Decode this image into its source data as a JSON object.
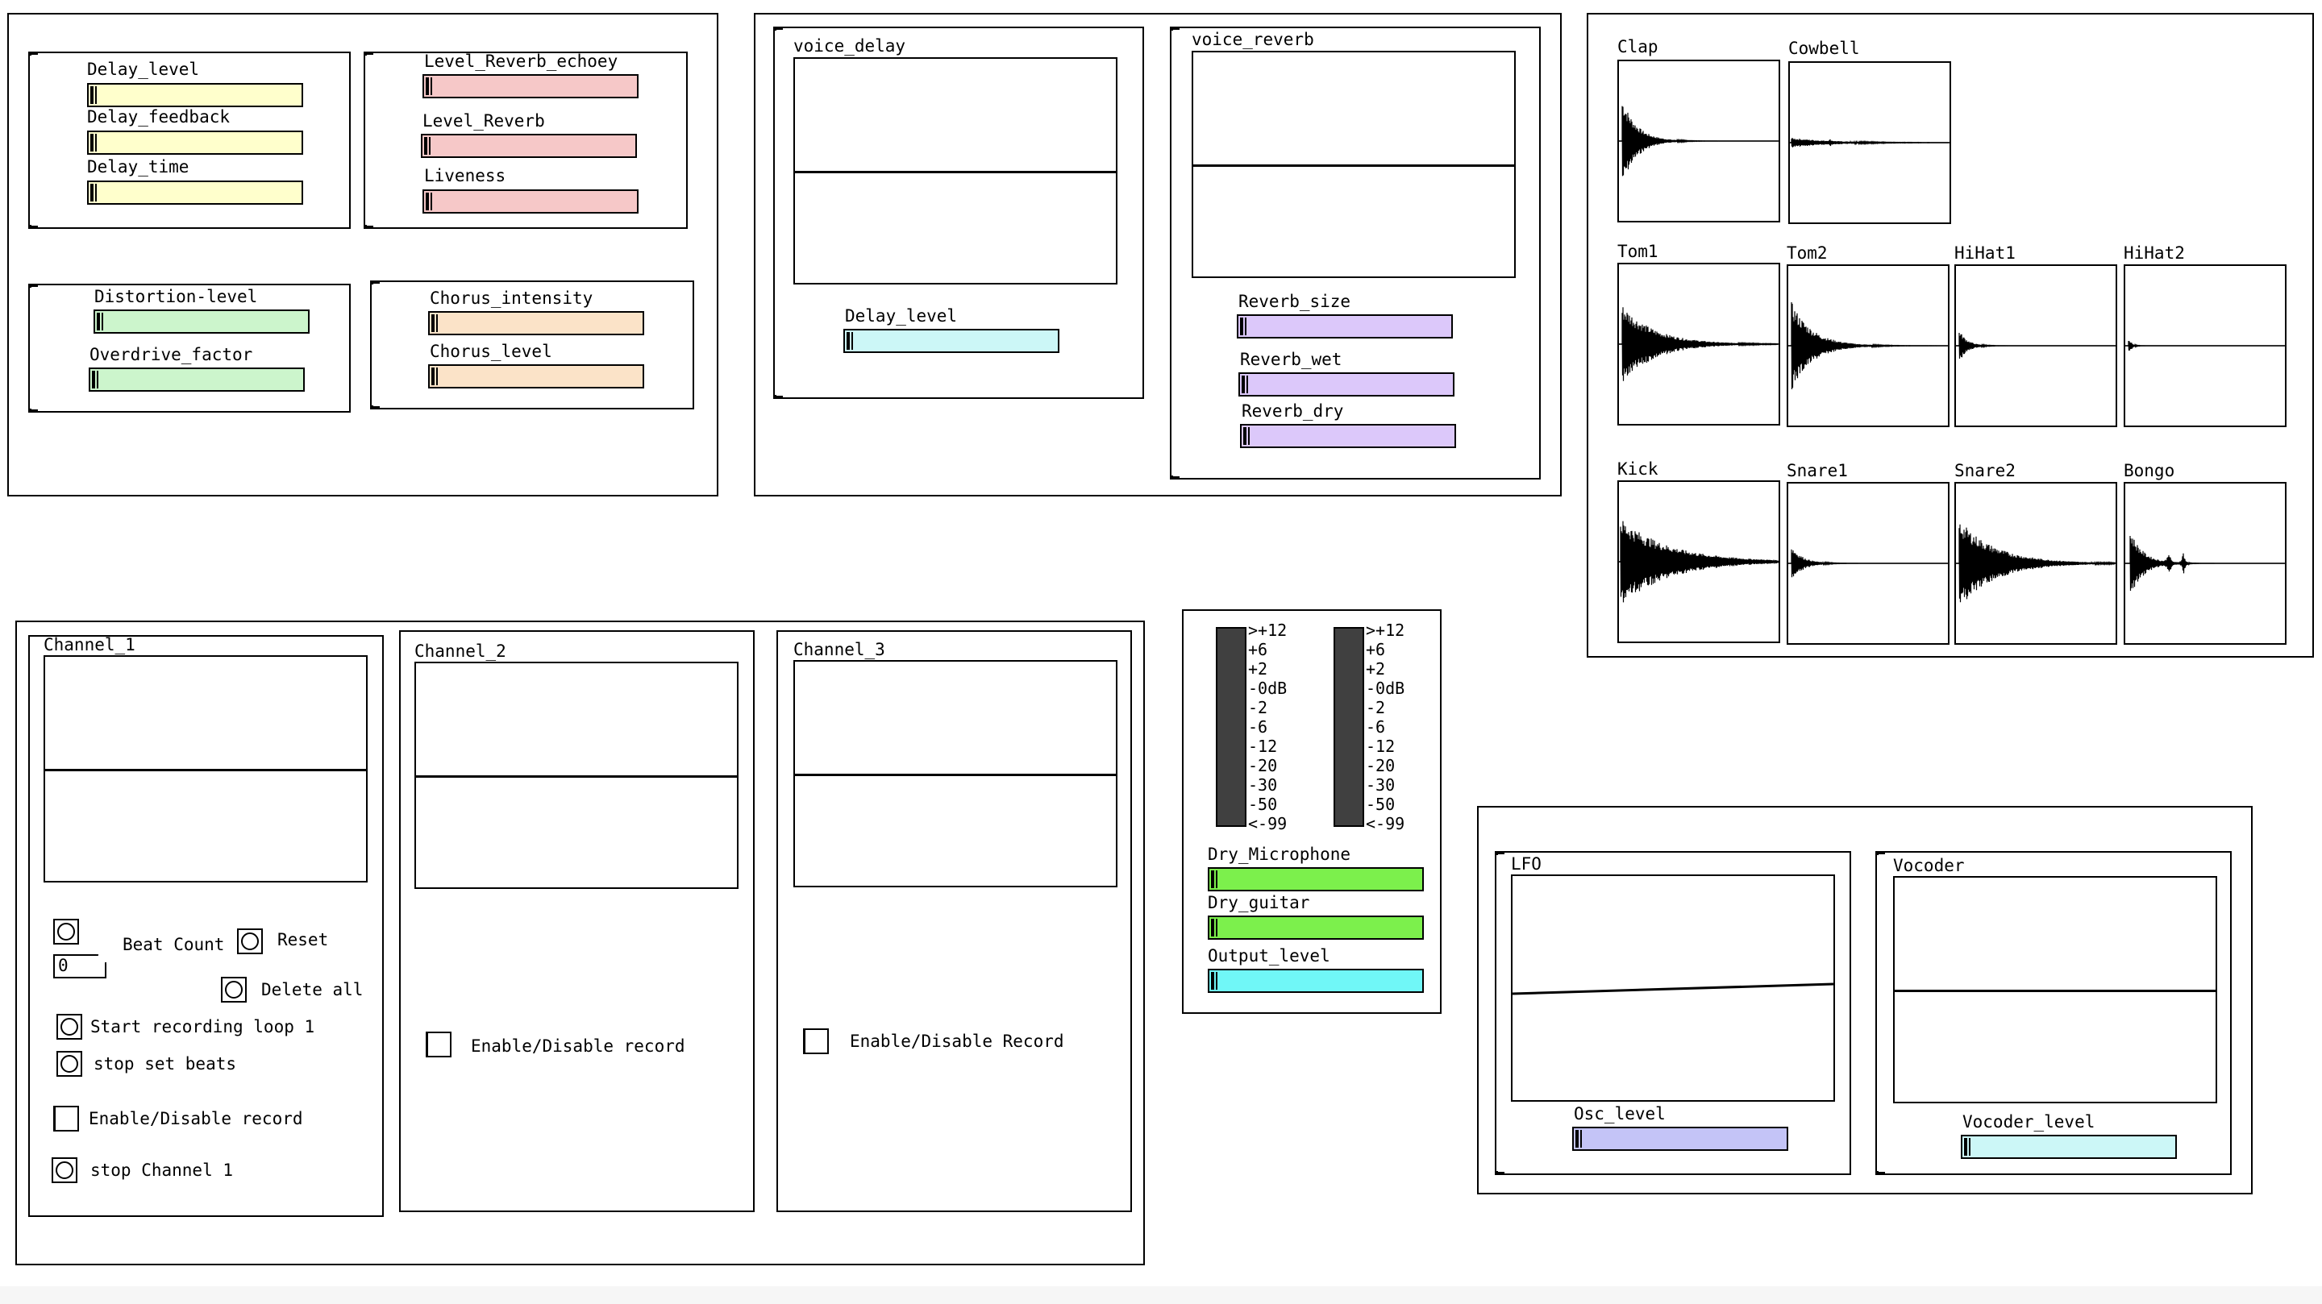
{
  "colors": {
    "yellow": "#ffffcc",
    "pink": "#f6c8c8",
    "green_light": "#ccf5cc",
    "orange_light": "#fbe3c8",
    "cyan_light": "#ccf7f7",
    "violet": "#dcc8fa",
    "green_bright": "#7cf04c",
    "cyan_bright": "#70f7f7",
    "blue_violet": "#c4c4f7",
    "vu_bar": "#404040"
  },
  "effects": {
    "delay": {
      "labels": [
        "Delay_level",
        "Delay_feedback",
        "Delay_time"
      ]
    },
    "reverb": {
      "labels": [
        "Level_Reverb_echoey",
        "Level_Reverb",
        "Liveness"
      ]
    },
    "distortion": {
      "labels": [
        "Distortion-level",
        "Overdrive_factor"
      ]
    },
    "chorus": {
      "labels": [
        "Chorus_intensity",
        "Chorus_level"
      ]
    }
  },
  "voice_delay": {
    "array_name": "voice_delay",
    "slider_label": "Delay_level"
  },
  "voice_reverb": {
    "array_name": "voice_reverb",
    "labels": [
      "Reverb_size",
      "Reverb_wet",
      "Reverb_dry"
    ]
  },
  "samples": {
    "names": [
      "Clap",
      "Cowbell",
      "Tom1",
      "Tom2",
      "HiHat1",
      "HiHat2",
      "Kick",
      "Snare1",
      "Snare2",
      "Bongo"
    ]
  },
  "channels": {
    "ch1": {
      "name": "Channel_1",
      "beat_count_label": "Beat Count",
      "beat_count_value": "0",
      "reset_label": "Reset",
      "delete_all_label": "Delete all",
      "start_recording_label": "Start recording loop 1",
      "stop_beats_label": "stop set beats",
      "enable_record_label": "Enable/Disable record",
      "stop_channel_label": "stop Channel 1"
    },
    "ch2": {
      "name": "Channel_2",
      "enable_record_label": "Enable/Disable record"
    },
    "ch3": {
      "name": "Channel_3",
      "enable_record_label": "Enable/Disable Record"
    }
  },
  "mixer": {
    "vu_scale": ">+12\n+6\n+2\n-0dB\n-2\n-6\n-12\n-20\n-30\n-50\n<-99",
    "labels": [
      "Dry_Microphone",
      "Dry_guitar",
      "Output_level"
    ]
  },
  "lfo": {
    "array_name": "LFO",
    "slider_label": "Osc_level"
  },
  "vocoder": {
    "array_name": "Vocoder",
    "slider_label": "Vocoder_level"
  }
}
